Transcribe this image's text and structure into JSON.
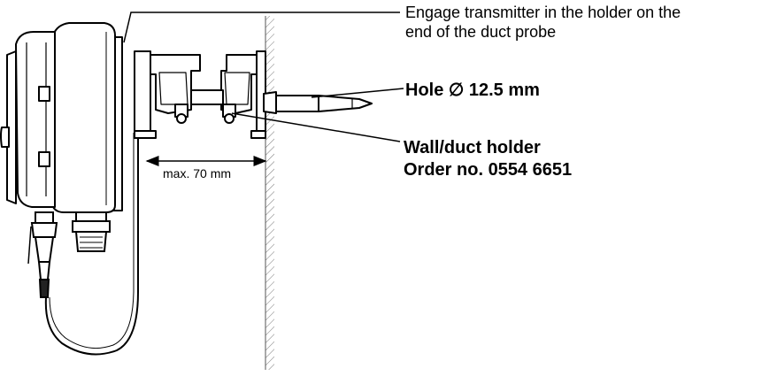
{
  "labels": {
    "engage_line1": "Engage transmitter in the holder on the",
    "engage_line2": "end of the duct probe",
    "hole": "Hole ∅ 12.5 mm",
    "holder_line1": "Wall/duct holder",
    "holder_line2": "Order no. 0554 6651",
    "dimension": "max. 70 mm"
  }
}
